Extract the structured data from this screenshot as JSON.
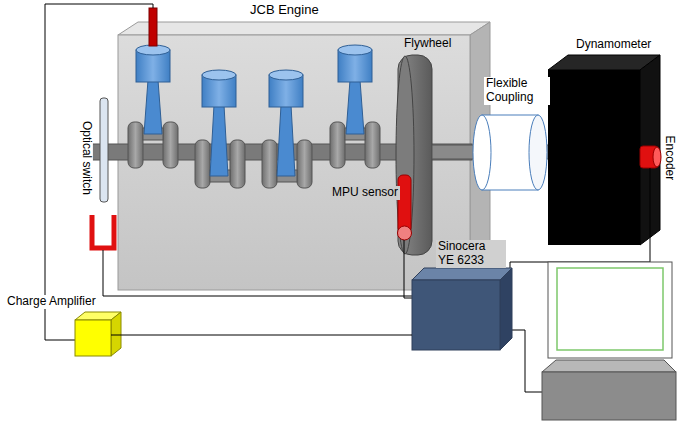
{
  "diagram": {
    "nodes": [
      {
        "text": [
          "JCB Engine"
        ]
      },
      {
        "text": [
          "Flexible Coupling"
        ]
      },
      {
        "text": [
          "Dynamometer"
        ]
      },
      {
        "text": [
          "Sinocera YE 6233"
        ]
      },
      {
        "text": [
          "Charge Amplifier"
        ]
      }
    ],
    "edges": [
      {
        "from": 4,
        "to": 3,
        "arrow": "none"
      }
    ],
    "labels": [
      "Flywheel",
      "MPU sensor",
      "Optical switch",
      "Encoder"
    ]
  }
}
